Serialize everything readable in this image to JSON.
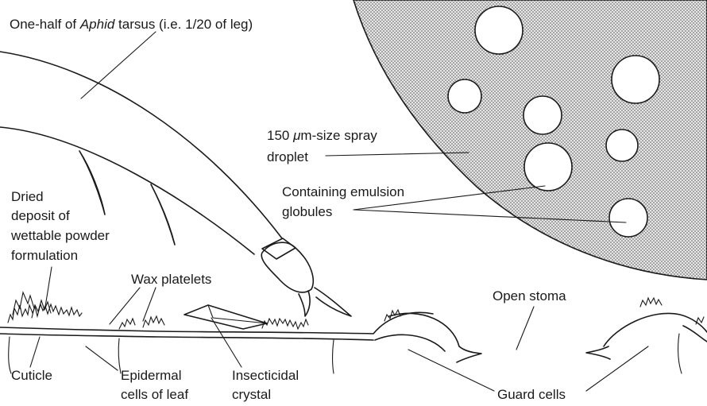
{
  "labels": {
    "tarsus_prefix": "One-half of ",
    "tarsus_italic": "Aphid",
    "tarsus_suffix": " tarsus (i.e. 1/20 of leg)",
    "droplet_line1_prefix": "150 ",
    "droplet_line1_mu": "μ",
    "droplet_line1_suffix": "m-size spray",
    "droplet_line2": "droplet",
    "emulsion_line1": "Containing emulsion",
    "emulsion_line2": "globules",
    "deposit_line1": "Dried",
    "deposit_line2": "deposit of",
    "deposit_line3": "wettable powder",
    "deposit_line4": "formulation",
    "wax": "Wax platelets",
    "stoma": "Open stoma",
    "cuticle": "Cuticle",
    "epidermal_line1": "Epidermal",
    "epidermal_line2": "cells of leaf",
    "crystal_line1": "Insecticidal",
    "crystal_line2": "crystal",
    "guard": "Guard cells"
  },
  "colors": {
    "ink": "#1a1a1a",
    "droplet_fill": "#d9d9d9",
    "background": "#ffffff"
  }
}
